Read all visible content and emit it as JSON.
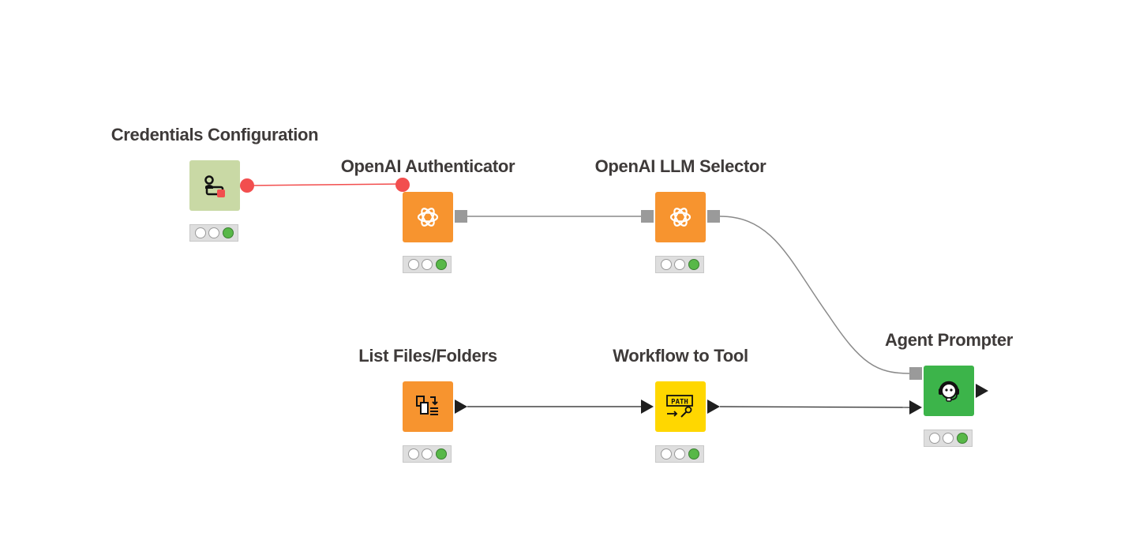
{
  "nodes": {
    "credentials": {
      "label": "Credentials Configuration",
      "icon": "credentials-icon",
      "color": "#c9d9a5",
      "status": [
        "off",
        "off",
        "on"
      ]
    },
    "openai_auth": {
      "label": "OpenAI Authenticator",
      "icon": "openai-icon",
      "color": "#f7942f",
      "status": [
        "off",
        "off",
        "on"
      ]
    },
    "llm_selector": {
      "label": "OpenAI LLM Selector",
      "icon": "openai-icon",
      "color": "#f7942f",
      "status": [
        "off",
        "off",
        "on"
      ]
    },
    "list_files": {
      "label": "List Files/Folders",
      "icon": "list-files-icon",
      "color": "#f7942f",
      "status": [
        "off",
        "off",
        "on"
      ]
    },
    "workflow_tool": {
      "label": "Workflow to Tool",
      "icon": "path-tool-icon",
      "icon_text": "PATH",
      "color": "#ffd700",
      "status": [
        "off",
        "off",
        "on"
      ]
    },
    "agent_prompter": {
      "label": "Agent Prompter",
      "icon": "agent-headset-icon",
      "color": "#3cb44a",
      "status": [
        "off",
        "off",
        "on"
      ]
    }
  },
  "colors": {
    "credential_connection": "#f24e4e",
    "model_connection": "#8a8a8a",
    "data_connection": "#1f1f1f",
    "status_ok": "#58b848"
  }
}
